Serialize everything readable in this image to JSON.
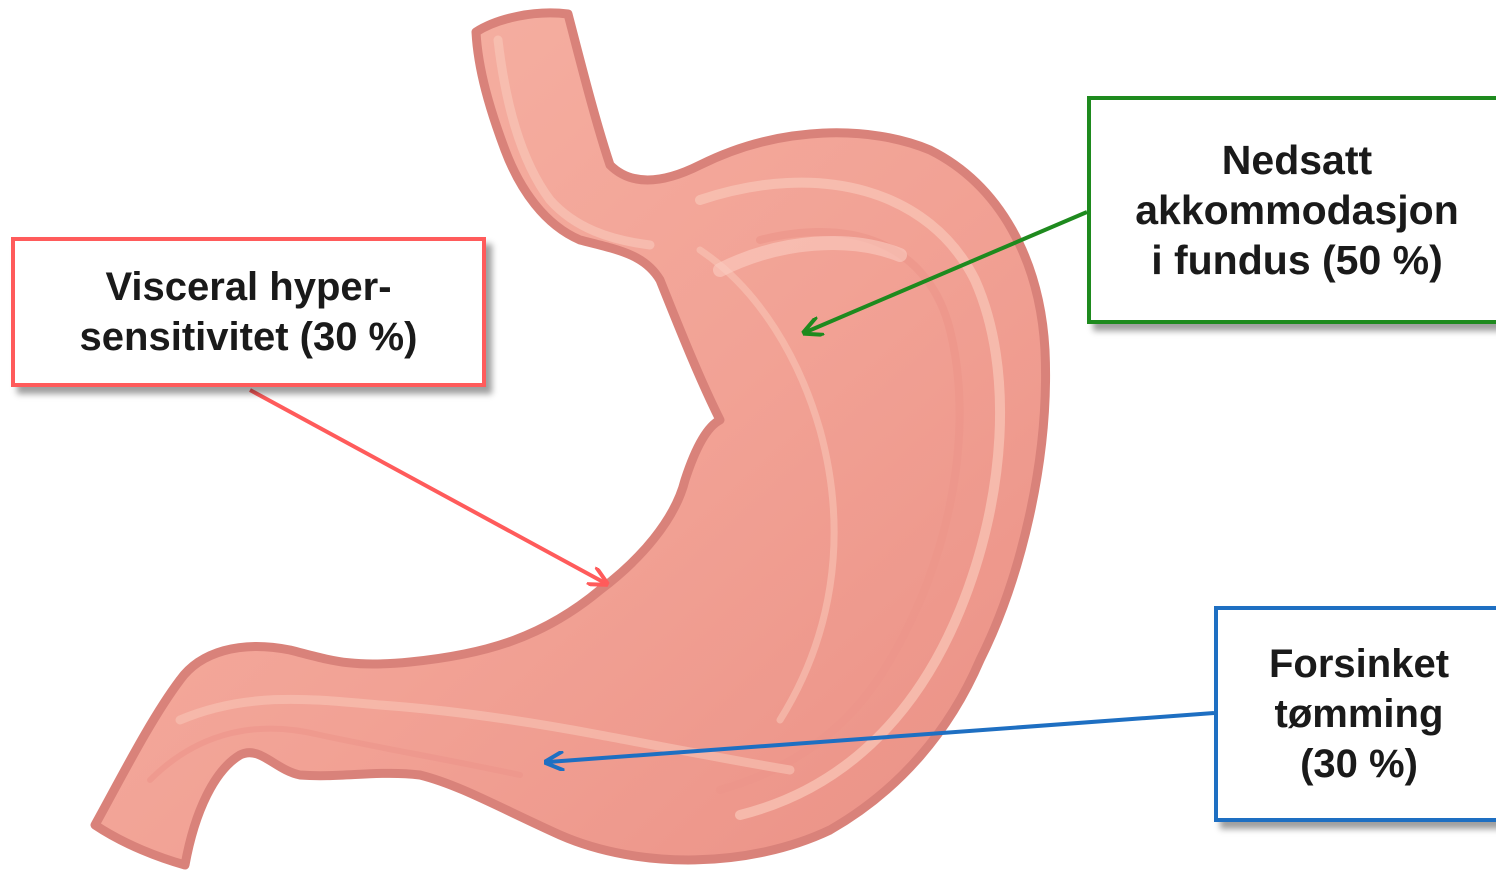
{
  "labels": {
    "visceral": {
      "line1": "Visceral hyper-",
      "line2": "sensitivitet (30 %)",
      "color": "#ff5b5b"
    },
    "fundus": {
      "line1": "Nedsatt",
      "line2": "akkommodasjon",
      "line3": "i fundus (50 %)",
      "color": "#1e8a1e"
    },
    "emptying": {
      "line1": "Forsinket",
      "line2": "tømming",
      "line3": "(30 %)",
      "color": "#1e6fc2"
    }
  },
  "colors": {
    "stomach_fill": "#f2a295",
    "stomach_outline": "#d9827a",
    "stomach_highlight": "#f8c4b6"
  }
}
